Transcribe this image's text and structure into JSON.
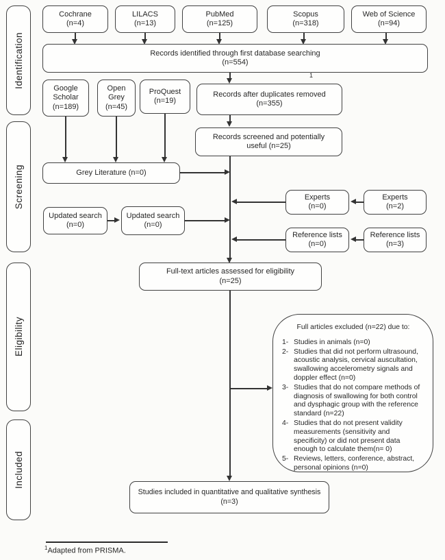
{
  "diagram": {
    "stage_labels": {
      "identification": "Identification",
      "screening": "Screening",
      "eligibility": "Eligibility",
      "included": "Included"
    },
    "sources": {
      "cochrane": {
        "name": "Cochrane",
        "count": "(n=4)"
      },
      "lilacs": {
        "name": "LILACS",
        "count": "(n=13)"
      },
      "pubmed": {
        "name": "PubMed",
        "count": "(n=125)"
      },
      "scopus": {
        "name": "Scopus",
        "count": "(n=318)"
      },
      "web_of_science": {
        "name": "Web of Science",
        "count": "(n=94)"
      }
    },
    "grey_sources": {
      "google_scholar": {
        "line1": "Google",
        "line2": "Scholar",
        "count": "(n=189)"
      },
      "open_grey": {
        "line1": "Open",
        "line2": "Grey",
        "count": "(n=45)"
      },
      "proquest": {
        "line1": "ProQuest",
        "count": "(n=19)"
      }
    },
    "boxes": {
      "identified": {
        "line1": "Records identified through first database searching",
        "line2": "(n=554)"
      },
      "duplicates_removed": {
        "line1": "Records after duplicates removed",
        "line2": "(n=355)",
        "footnote_marker": "1"
      },
      "screened": {
        "line1": "Records screened and potentially",
        "line2": "useful (n=25)"
      },
      "grey_literature": {
        "label": "Grey Literature (n=0)"
      },
      "updated_search_1": {
        "line1": "Updated search",
        "line2": "(n=0)"
      },
      "updated_search_2": {
        "line1": "Updated search",
        "line2": "(n=0)"
      },
      "experts_received": {
        "line1": "Experts",
        "line2": "(n=0)"
      },
      "experts_source": {
        "line1": "Experts",
        "line2": "(n=2)"
      },
      "reference_lists_received": {
        "line1": "Reference lists",
        "line2": "(n=0)"
      },
      "reference_lists_source": {
        "line1": "Reference lists",
        "line2": "(n=3)"
      },
      "fulltext": {
        "line1": "Full-text articles assessed for eligibility",
        "line2": "(n=25)"
      },
      "included_synthesis": {
        "line1": "Studies included in quantitative and qualitative synthesis",
        "line2": "(n=3)"
      }
    },
    "exclusion": {
      "title": "Full articles excluded (n=22) due to:",
      "items": [
        {
          "num": "1-",
          "text": "Studies in animals (n=0)"
        },
        {
          "num": "2-",
          "text": "Studies that did not perform ultrasound, acoustic analysis, cervical auscultation, swallowing accelerometry signals and doppler effect (n=0)"
        },
        {
          "num": "3-",
          "text": "Studies that do not compare methods of diagnosis of swallowing for both control and dysphagic group with the reference standard (n=22)"
        },
        {
          "num": "4-",
          "text": "Studies that do not present validity measurements (sensitivity and specificity) or did not present data enough to calculate them(n= 0)"
        },
        {
          "num": "5-",
          "text": "Reviews, letters, conference, abstract, personal opinions (n=0)"
        }
      ]
    },
    "footnote": {
      "marker": "1",
      "text": "Adapted from PRISMA."
    },
    "colors": {
      "page": "#fbfbf9",
      "paper": "#fefefd",
      "border": "#404040",
      "ink": "#262626",
      "arrow": "#333333"
    }
  }
}
